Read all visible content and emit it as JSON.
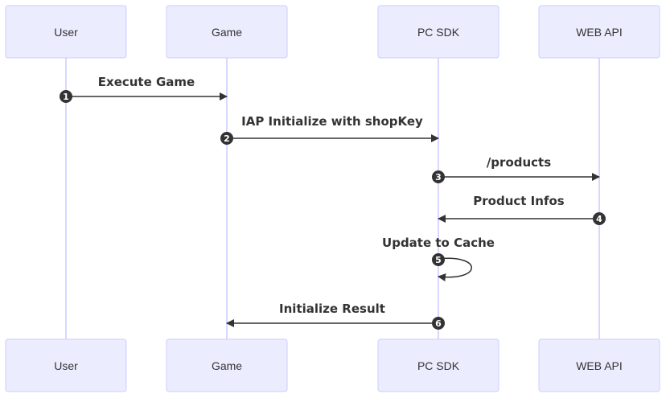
{
  "actors": [
    {
      "id": "user",
      "label": "User"
    },
    {
      "id": "game",
      "label": "Game"
    },
    {
      "id": "pcsdk",
      "label": "PC SDK"
    },
    {
      "id": "webapi",
      "label": "WEB API"
    }
  ],
  "messages": [
    {
      "number": "1",
      "from": "user",
      "to": "game",
      "label": "Execute Game"
    },
    {
      "number": "2",
      "from": "game",
      "to": "pcsdk",
      "label": "IAP Initialize with shopKey"
    },
    {
      "number": "3",
      "from": "pcsdk",
      "to": "webapi",
      "label": "/products"
    },
    {
      "number": "4",
      "from": "webapi",
      "to": "pcsdk",
      "label": "Product Infos"
    },
    {
      "number": "5",
      "from": "pcsdk",
      "to": "pcsdk",
      "label": "Update to Cache"
    },
    {
      "number": "6",
      "from": "pcsdk",
      "to": "game",
      "label": "Initialize Result"
    }
  ],
  "colors": {
    "actor_fill": "#ECECFF",
    "actor_stroke": "#CCCCFF",
    "line": "#333333",
    "text": "#333333"
  }
}
